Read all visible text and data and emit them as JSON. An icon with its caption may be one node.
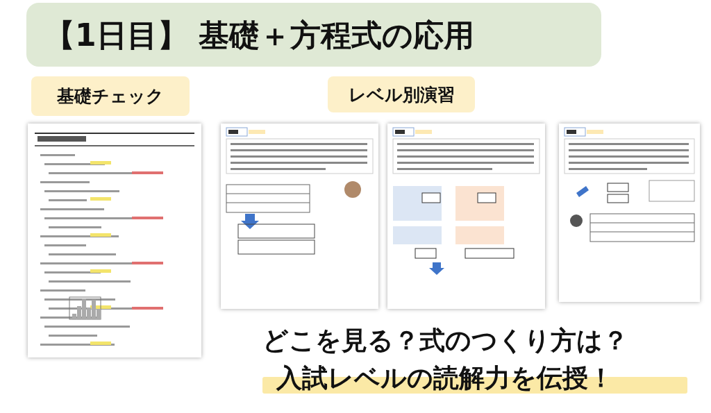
{
  "diagram": {
    "title": "【1日目】 基礎＋方程式の応用",
    "nodes": [
      {
        "text": [
          "基礎チェック"
        ]
      },
      {
        "text": [
          "レベル別演習"
        ]
      },
      {
        "text": [],
        "shape": "picture"
      },
      {
        "text": [],
        "shape": "picture"
      },
      {
        "text": [],
        "shape": "picture"
      },
      {
        "text": [],
        "shape": "picture"
      }
    ],
    "labels": [
      "どこを見る？式のつくり方は？",
      "入試レベルの読解力を伝授！"
    ]
  }
}
